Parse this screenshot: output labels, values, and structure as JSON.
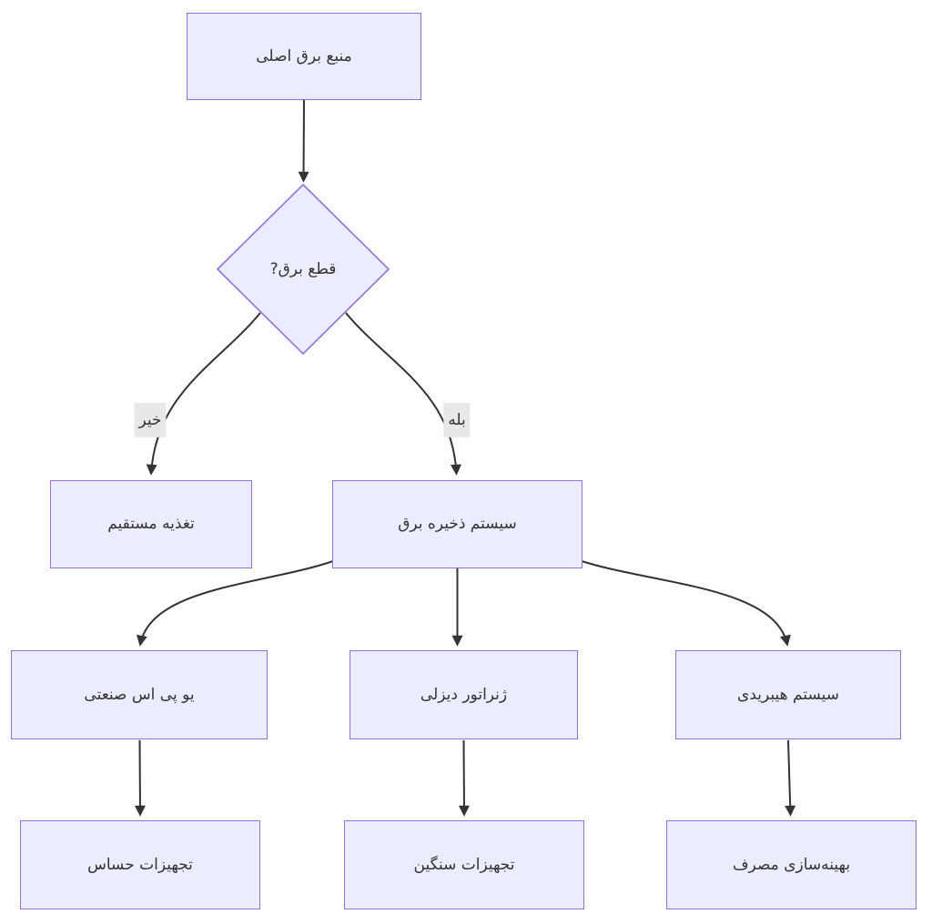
{
  "diagram": {
    "type": "flowchart",
    "direction": "top-down",
    "language": "fa",
    "colors": {
      "node_fill": "#ECECFF",
      "node_border": "#9370DB",
      "edge_line": "#333333",
      "edge_label_bg": "#e8e8e8",
      "text": "#333333",
      "background": "#ffffff"
    },
    "nodes": {
      "main_source": {
        "label": "منبع برق اصلی",
        "shape": "rectangle"
      },
      "power_outage_decision": {
        "label": "قطع برق?",
        "shape": "diamond"
      },
      "direct_feed": {
        "label": "تغذیه مستقیم",
        "shape": "rectangle"
      },
      "power_storage_system": {
        "label": "سیستم ذخیره برق",
        "shape": "rectangle"
      },
      "industrial_ups": {
        "label": "یو پی اس صنعتی",
        "shape": "rectangle"
      },
      "diesel_generator": {
        "label": "ژنراتور دیزلی",
        "shape": "rectangle"
      },
      "hybrid_system": {
        "label": "سیستم هیبریدی",
        "shape": "rectangle"
      },
      "sensitive_equipment": {
        "label": "تجهیزات حساس",
        "shape": "rectangle"
      },
      "heavy_equipment": {
        "label": "تجهیزات سنگین",
        "shape": "rectangle"
      },
      "consumption_optimization": {
        "label": "بهینه‌سازی مصرف",
        "shape": "rectangle"
      }
    },
    "edge_labels": {
      "no": "خیر",
      "yes": "بله"
    },
    "edges": [
      {
        "from": "main_source",
        "to": "power_outage_decision",
        "label": ""
      },
      {
        "from": "power_outage_decision",
        "to": "direct_feed",
        "label": "خیر"
      },
      {
        "from": "power_outage_decision",
        "to": "power_storage_system",
        "label": "بله"
      },
      {
        "from": "power_storage_system",
        "to": "industrial_ups",
        "label": ""
      },
      {
        "from": "power_storage_system",
        "to": "diesel_generator",
        "label": ""
      },
      {
        "from": "power_storage_system",
        "to": "hybrid_system",
        "label": ""
      },
      {
        "from": "industrial_ups",
        "to": "sensitive_equipment",
        "label": ""
      },
      {
        "from": "diesel_generator",
        "to": "heavy_equipment",
        "label": ""
      },
      {
        "from": "hybrid_system",
        "to": "consumption_optimization",
        "label": ""
      }
    ]
  }
}
